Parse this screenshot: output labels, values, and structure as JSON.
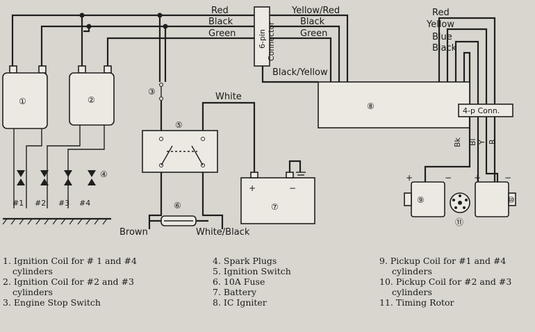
{
  "wires": {
    "red_left": "Red",
    "black_left": "Black",
    "green_left": "Green",
    "yellow_red": "Yellow/Red",
    "black_mid": "Black",
    "green_mid": "Green",
    "black_yellow": "Black/Yellow",
    "white": "White",
    "brown": "Brown",
    "white_black": "White/Black",
    "red_right": "Red",
    "yellow_right": "Yellow",
    "blue_right": "Blue",
    "black_right": "Black",
    "bk": "Bk",
    "bl": "Bl",
    "y": "Y",
    "r": "R"
  },
  "connectors": {
    "six_pin": "6-pin",
    "connector": "Connector",
    "four_p": "4-p Conn."
  },
  "callouts": [
    "①",
    "②",
    "③",
    "④",
    "⑤",
    "⑥",
    "⑦",
    "⑧",
    "⑨",
    "⑩",
    "⑪"
  ],
  "plugs": [
    "#1",
    "#2",
    "#3",
    "#4"
  ],
  "battery": {
    "plus": "+",
    "minus": "−"
  },
  "pickup": {
    "plus_left": "+",
    "minus_left": "−",
    "plus_right": "+",
    "minus_right": "−"
  },
  "legend": {
    "col1": [
      "1. Ignition Coil for # 1 and #4",
      "   cylinders",
      "2. Ignition Coil for #2 and #3",
      "   cylinders",
      "3. Engine Stop Switch"
    ],
    "col2": [
      "4. Spark Plugs",
      "5. Ignition Switch",
      "6. 10A Fuse",
      "7. Battery",
      "8. IC Igniter"
    ],
    "col3": [
      "9. Pickup Coil for #1 and #4",
      "    cylinders",
      "10. Pickup Coil for #2 and #3",
      "    cylinders",
      "11. Timing Rotor"
    ]
  }
}
